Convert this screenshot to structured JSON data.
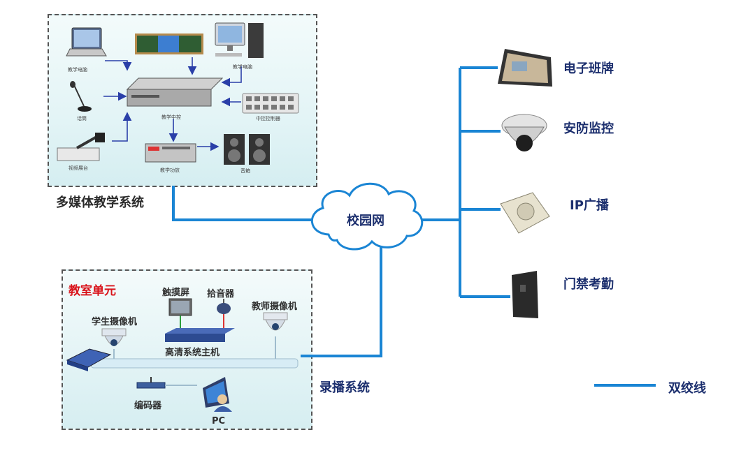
{
  "colors": {
    "cable": "#1a85d4",
    "title_text": "#1c2f6e",
    "classroom_title": "#d9141b",
    "arrow": "#2a3fa8"
  },
  "multimedia": {
    "title": "多媒体教学系统",
    "devices": [
      {
        "icon": "laptop-icon",
        "label": "教学电脑"
      },
      {
        "icon": "blackboard-icon",
        "label": ""
      },
      {
        "icon": "desktop-pc-icon",
        "label": "教学电脑"
      },
      {
        "icon": "microphone-icon",
        "label": "话筒"
      },
      {
        "icon": "teaching-console-icon",
        "label": "教学中控"
      },
      {
        "icon": "control-panel-icon",
        "label": "中控控制器"
      },
      {
        "icon": "document-camera-icon",
        "label": "视频展台"
      },
      {
        "icon": "amplifier-icon",
        "label": "教学功放"
      },
      {
        "icon": "speakers-icon",
        "label": "音箱"
      }
    ]
  },
  "network": {
    "label": "校园网"
  },
  "endpoints": [
    {
      "icon": "e-class-board-icon",
      "label": "电子班牌"
    },
    {
      "icon": "security-camera-icon",
      "label": "安防监控"
    },
    {
      "icon": "ip-speaker-icon",
      "label": "IP广播"
    },
    {
      "icon": "access-reader-icon",
      "label": "门禁考勤"
    }
  ],
  "classroom": {
    "title": "教室单元",
    "system_label": "录播系统",
    "devices": {
      "touchscreen": "触摸屏",
      "pickup": "拾音器",
      "teacher_camera": "教师摄像机",
      "student_camera": "学生摄像机",
      "host": "高清系统主机",
      "encoder": "编码器",
      "pc": "PC"
    }
  },
  "legend": {
    "label": "双绞线"
  }
}
